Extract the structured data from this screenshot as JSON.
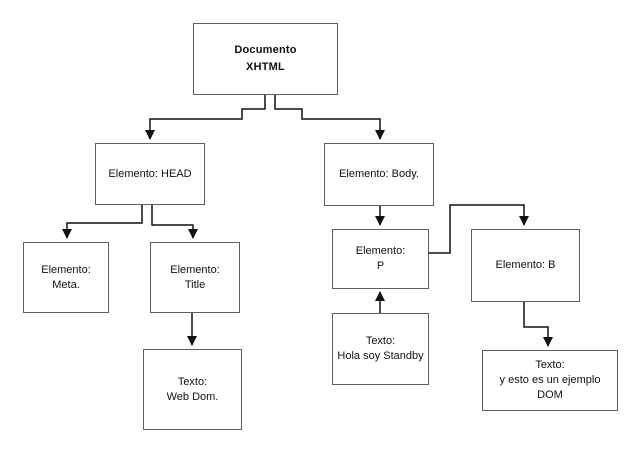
{
  "diagram": {
    "type": "tree-flowchart",
    "background": "#ffffff",
    "colors": {
      "box_border": "#5f5f5f",
      "box_fill": "#ffffff",
      "connector": "#111111",
      "text": "#111111"
    },
    "nodes": [
      {
        "id": "documento-xhtml",
        "lines": [
          "Documento",
          "XHTML"
        ]
      },
      {
        "id": "elemento-head",
        "lines": [
          "Elemento: HEAD"
        ]
      },
      {
        "id": "elemento-body",
        "lines": [
          "Elemento: Body."
        ]
      },
      {
        "id": "elemento-meta",
        "lines": [
          "Elemento:",
          "Meta."
        ]
      },
      {
        "id": "elemento-title",
        "lines": [
          "Elemento:",
          "Title"
        ]
      },
      {
        "id": "texto-web-dom",
        "lines": [
          "Texto:",
          "Web Dom."
        ]
      },
      {
        "id": "elemento-p",
        "lines": [
          "Elemento:",
          "P"
        ]
      },
      {
        "id": "texto-hola-soy-standby",
        "lines": [
          "Texto:",
          "Hola soy Standby"
        ]
      },
      {
        "id": "elemento-b",
        "lines": [
          "Elemento: B"
        ]
      },
      {
        "id": "texto-dom",
        "lines": [
          "Texto:",
          "y esto es un ejemplo",
          "DOM"
        ]
      }
    ],
    "edges": [
      {
        "from": "documento-xhtml",
        "to": "elemento-head"
      },
      {
        "from": "documento-xhtml",
        "to": "elemento-body"
      },
      {
        "from": "elemento-head",
        "to": "elemento-meta"
      },
      {
        "from": "elemento-head",
        "to": "elemento-title"
      },
      {
        "from": "elemento-title",
        "to": "texto-web-dom"
      },
      {
        "from": "elemento-body",
        "to": "elemento-p"
      },
      {
        "from": "texto-hola-soy-standby",
        "to": "elemento-p"
      },
      {
        "from": "elemento-p",
        "to": "elemento-b"
      },
      {
        "from": "elemento-b",
        "to": "texto-dom"
      }
    ]
  }
}
